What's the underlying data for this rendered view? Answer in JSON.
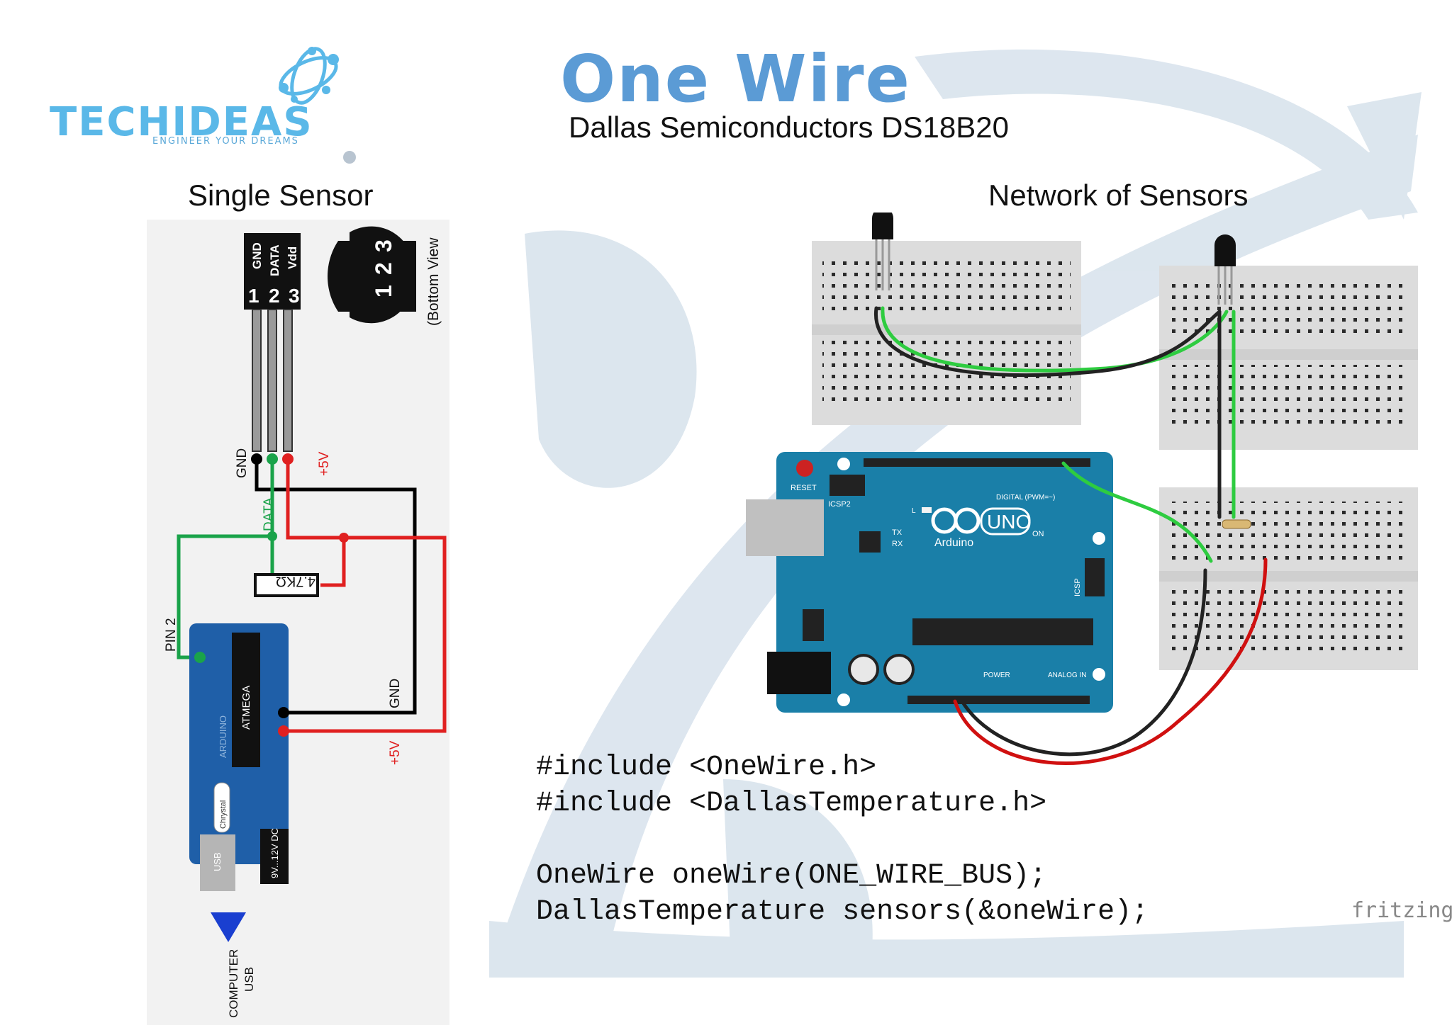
{
  "header": {
    "title": "One Wire",
    "subtitle": "Dallas Semiconductors DS18B20"
  },
  "logo": {
    "name": "TECHIDEAS",
    "tagline": "ENGINEER YOUR DREAMS"
  },
  "sections": {
    "single": "Single Sensor",
    "network": "Network of Sensors"
  },
  "single_sensor": {
    "pins": [
      "GND",
      "DATA",
      "Vdd"
    ],
    "pin_numbers": [
      "1",
      "2",
      "3"
    ],
    "bottom_view": "(Bottom View",
    "bottom_numbers": [
      "1",
      "2",
      "3"
    ],
    "wire_labels": {
      "gnd": "GND",
      "plus5v": "+5V",
      "data": "DATA",
      "pin2": "PIN 2",
      "board_gnd": "GND",
      "board_5v": "+5V"
    },
    "resistor": "4.7KΩ",
    "board": {
      "chip": "ATMEGA",
      "brand": "ARDUINO",
      "crystal": "Chrystal",
      "usb": "USB",
      "power": "9V...12V DC",
      "computer_usb": [
        "COMPUTER",
        "USB"
      ]
    },
    "colors": {
      "gnd": "#000000",
      "data": "#1aa34a",
      "vcc": "#e02020",
      "board": "#1f5fa8"
    }
  },
  "network": {
    "board": {
      "reset": "RESET",
      "icsp2": "ICSP2",
      "digital": "DIGITAL (PWM=~)",
      "uno": "UNO",
      "brand": "Arduino",
      "on": "ON",
      "tx": "TX",
      "rx": "RX",
      "l": "L",
      "icsp": "ICSP",
      "power": "POWER",
      "analog": "ANALOG IN"
    },
    "colors": {
      "board": "#1a7fa8",
      "wire_green": "#2ecc40",
      "wire_black": "#222222",
      "wire_red": "#d01010"
    }
  },
  "code": {
    "lines": [
      "#include <OneWire.h>",
      "#include <DallasTemperature.h>",
      "",
      "OneWire oneWire(ONE_WIRE_BUS);",
      "DallasTemperature sensors(&oneWire);"
    ]
  },
  "credit": "fritzing"
}
